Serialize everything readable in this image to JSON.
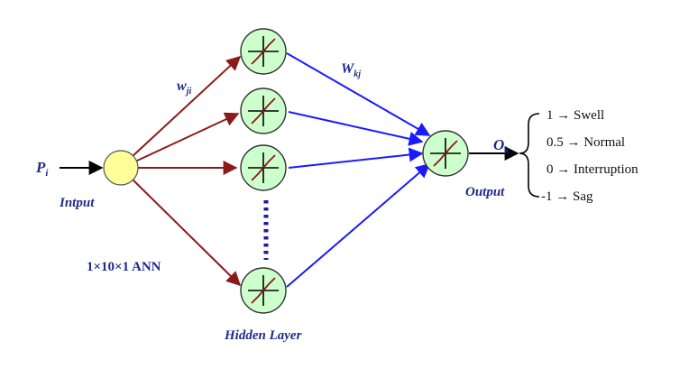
{
  "diagram": {
    "input_symbol": "P",
    "input_subscript": "i",
    "input_label": "Intput",
    "hidden_label": "Hidden Layer",
    "output_label": "Output",
    "output_symbol": "O",
    "output_subscript": "k",
    "weight_in_symbol": "w",
    "weight_in_subscript": "ji",
    "weight_out_symbol": "W",
    "weight_out_subscript": "kj",
    "architecture": "1×10×1 ANN",
    "outputs": [
      {
        "value": "1",
        "arrow": "→",
        "class": "Swell"
      },
      {
        "value": "0.5",
        "arrow": "→",
        "class": "Normal"
      },
      {
        "value": "0",
        "arrow": "→",
        "class": "Interruption"
      },
      {
        "value": "-1",
        "arrow": "→",
        "class": "Sag"
      }
    ],
    "colors": {
      "input_node_fill": "#ffff99",
      "neuron_fill": "#ccffcc",
      "input_connection": "#8b1a1a",
      "output_connection": "#1a1aff",
      "label_blue": "#1f2a8c",
      "dots": "#1a1aa0"
    }
  }
}
